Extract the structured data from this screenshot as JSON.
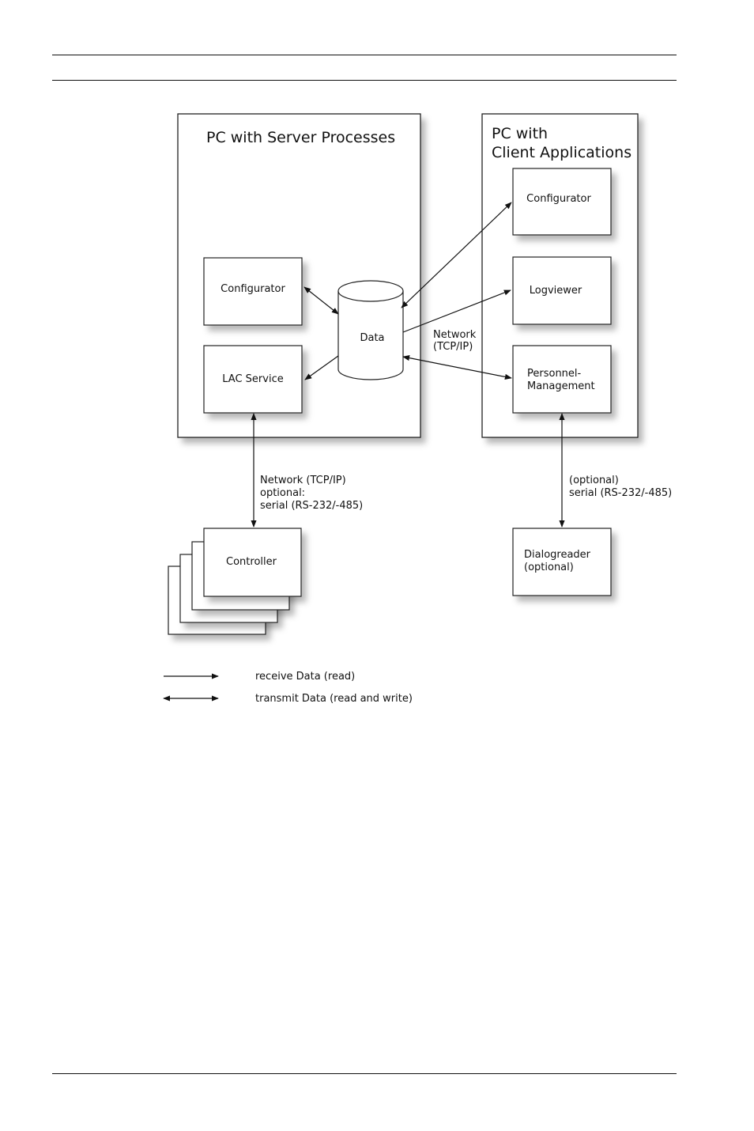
{
  "server_pc": {
    "title": "PC with Server Processes",
    "configurator": "Configurator",
    "lac_service": "LAC Service",
    "data": "Data"
  },
  "client_pc": {
    "title_line1": "PC with",
    "title_line2": "Client Applications",
    "configurator": "Configurator",
    "logviewer": "Logviewer",
    "personnel_line1": "Personnel-",
    "personnel_line2": "Management"
  },
  "network_label": {
    "line1": "Network",
    "line2": "(TCP/IP)"
  },
  "controller_link": {
    "line1": "Network (TCP/IP)",
    "line2": "optional:",
    "line3": "serial (RS-232/-485)"
  },
  "dialog_link": {
    "line1": "(optional)",
    "line2": "serial (RS-232/-485)"
  },
  "controller": "Controller",
  "dialogreader": {
    "line1": "Dialogreader",
    "line2": "(optional)"
  },
  "legend": {
    "receive": "receive Data (read)",
    "transmit": "transmit Data (read and write)"
  }
}
